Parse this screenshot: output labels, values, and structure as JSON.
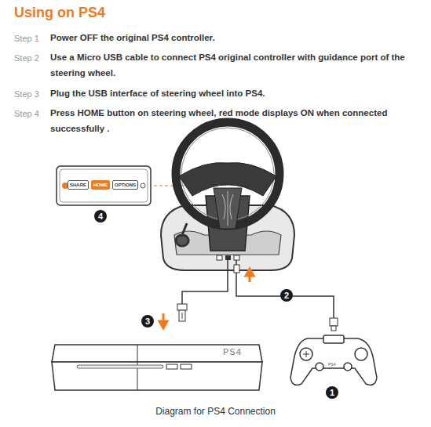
{
  "diagram": {
    "title": "Using on PS4",
    "caption": "Diagram for PS4 Connection",
    "nodes": [
      {
        "text": [
          "SHARE"
        ]
      },
      {
        "text": [
          "HOME"
        ]
      },
      {
        "text": [
          "OPTIONS"
        ]
      }
    ],
    "labels": [
      "Step 1",
      "Power OFF the original PS4 controller.",
      "Step 2",
      "Use a Micro USB cable to connect PS4 original controller with guidance port of the steering wheel.",
      "Step 3",
      "Plug the USB interface of steering wheel into PS4.",
      "Step 4",
      "Press HOME button on steering wheel,  red mode displays ON when connected successfully .",
      "4",
      "3",
      "2",
      "1",
      "PS4",
      "PS4"
    ]
  }
}
